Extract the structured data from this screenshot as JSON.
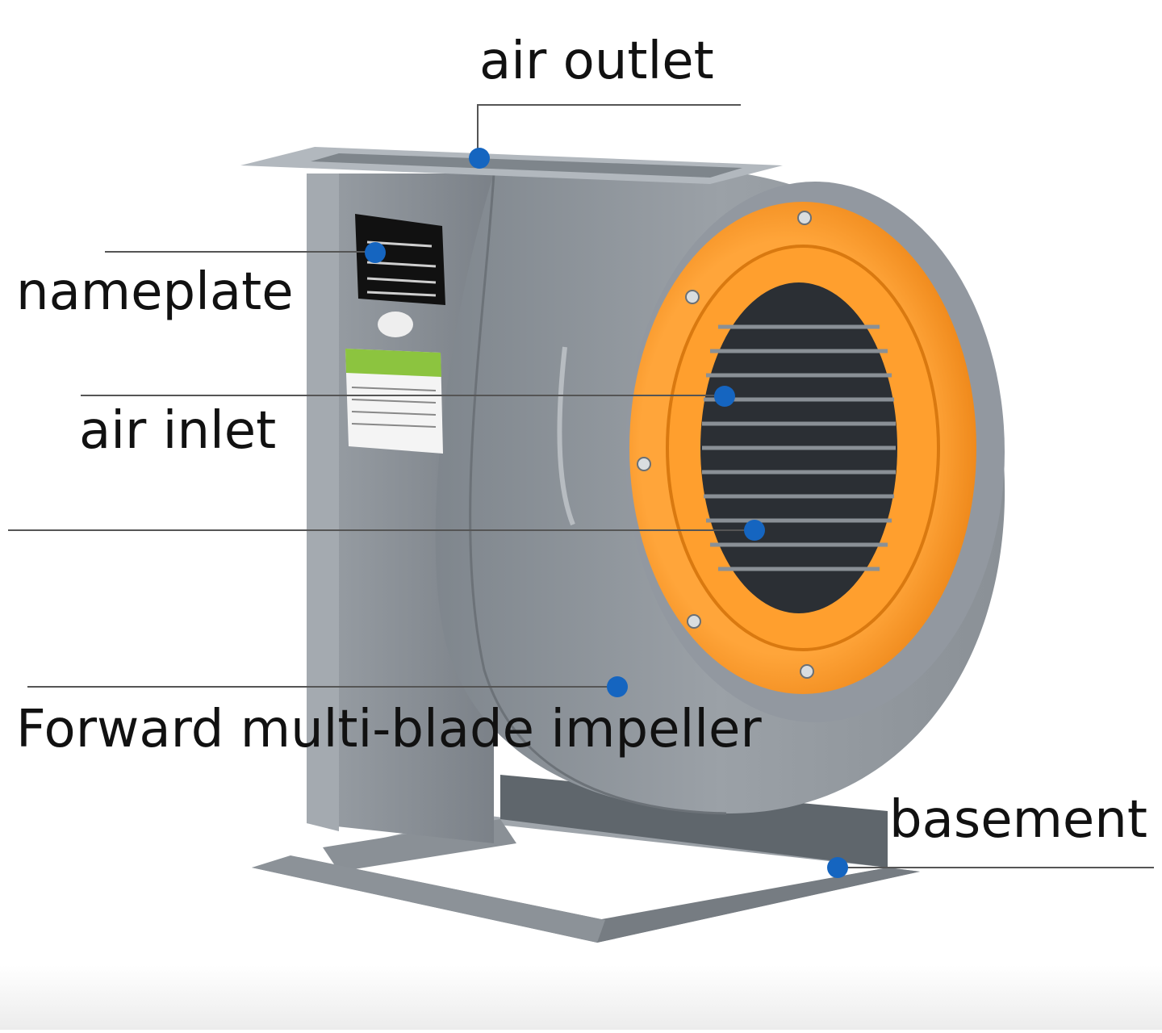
{
  "labels": {
    "air_outlet": "air outlet",
    "nameplate": "nameplate",
    "air_inlet": "air inlet",
    "impeller": "Forward multi-blade impeller",
    "basement": "basement"
  },
  "colors": {
    "housing": "#8d949b",
    "housing_light": "#a7adb3",
    "housing_dark": "#6d747a",
    "flange_orange": "#f7941d",
    "callout_dot": "#1565c0",
    "leader_line": "#555555"
  }
}
